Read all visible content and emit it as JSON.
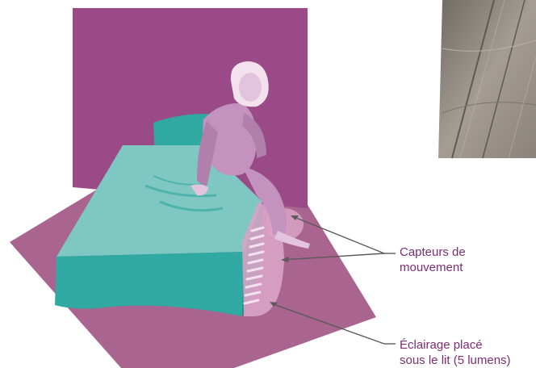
{
  "colors": {
    "wall": "#9a4a86",
    "floor": "#a9648f",
    "bed_teal": "#2fa9a2",
    "bed_light": "#7ec7c2",
    "person": "#c392bf",
    "person_light": "#e2c4de",
    "label_text": "#7d2c72"
  },
  "labels": {
    "motion_sensors": {
      "line1": "Capteurs de",
      "line2": "mouvement"
    },
    "under_bed_lighting": {
      "line1": "Éclairage placé",
      "line2": "sous le lit (5 lumens)"
    }
  }
}
